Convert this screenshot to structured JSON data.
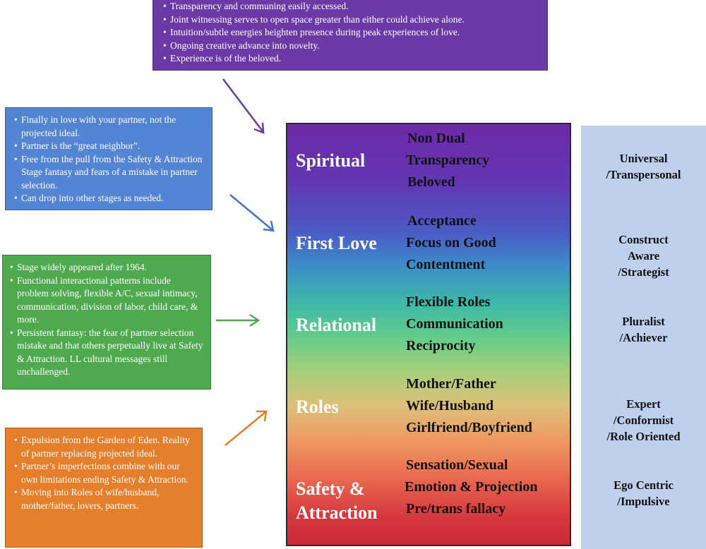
{
  "boxes": {
    "purple": {
      "color": "#6b3aa6",
      "items": [
        "Transparency and communing easily accessed.",
        "Joint witnessing serves to open space greater than either could achieve alone.",
        "Intuition/subtle energies heighten presence during peak experiences of love.",
        "Ongoing creative advance into novelty.",
        "Experience is of the beloved."
      ]
    },
    "blue": {
      "color": "#5484d4",
      "items": [
        "Finally in love with your partner, not the projected ideal.",
        "Partner is the “great neighbor”.",
        "Free from the pull from the Safety & Attraction Stage fantasy and fears of a mistake in partner selection.",
        "Can drop into other stages as needed."
      ]
    },
    "green": {
      "color": "#4faa4f",
      "items": [
        "Stage widely appeared after 1964.",
        "Functional interactional patterns include problem solving, flexible A/C, sexual intimacy, communication, division of labor, child care, & more.",
        "Persistent fantasy: the fear of partner selection mistake and that others perpetually live at Safety & Attraction. LL cultural messages still unchallenged."
      ]
    },
    "orange": {
      "color": "#e67f2c",
      "items": [
        "Expulsion from the Garden of Eden. Reality of partner replacing projected ideal.",
        "Partner’s imperfections combine with our own limitations ending Safety & Attraction.",
        "Moving into Roles of wife/husband, mother/father, lovers, partners."
      ]
    }
  },
  "stages": [
    {
      "name_lines": [
        "Spiritual"
      ],
      "words": [
        "Non Dual",
        "Transparency",
        "Beloved"
      ]
    },
    {
      "name_lines": [
        "First Love"
      ],
      "words": [
        "Acceptance",
        "Focus on Good",
        "Contentment"
      ]
    },
    {
      "name_lines": [
        "Relational"
      ],
      "words": [
        "Flexible Roles",
        "Communication",
        "Reciprocity"
      ]
    },
    {
      "name_lines": [
        "Roles"
      ],
      "words": [
        "Mother/Father",
        "Wife/Husband",
        "Girlfriend/Boyfriend"
      ]
    },
    {
      "name_lines": [
        "Safety &",
        "Attraction"
      ],
      "words": [
        "Sensation/Sexual",
        "Emotion & Projection",
        "Pre/trans fallacy"
      ]
    }
  ],
  "levels": [
    {
      "lines": [
        "Universal",
        "/Transpersonal"
      ]
    },
    {
      "lines": [
        "Construct",
        "Aware",
        "/Strategist"
      ]
    },
    {
      "lines": [
        "Pluralist",
        "/Achiever"
      ]
    },
    {
      "lines": [
        "Expert",
        "/Conformist",
        "/Role Oriented"
      ]
    },
    {
      "lines": [
        "Ego Centric",
        "/Impulsive"
      ]
    }
  ],
  "arrow_colors": {
    "purple": "#6b3aa6",
    "blue": "#3f74cf",
    "green": "#4faa4f",
    "orange": "#e67f2c",
    "up_right": "#7f6b9a"
  }
}
